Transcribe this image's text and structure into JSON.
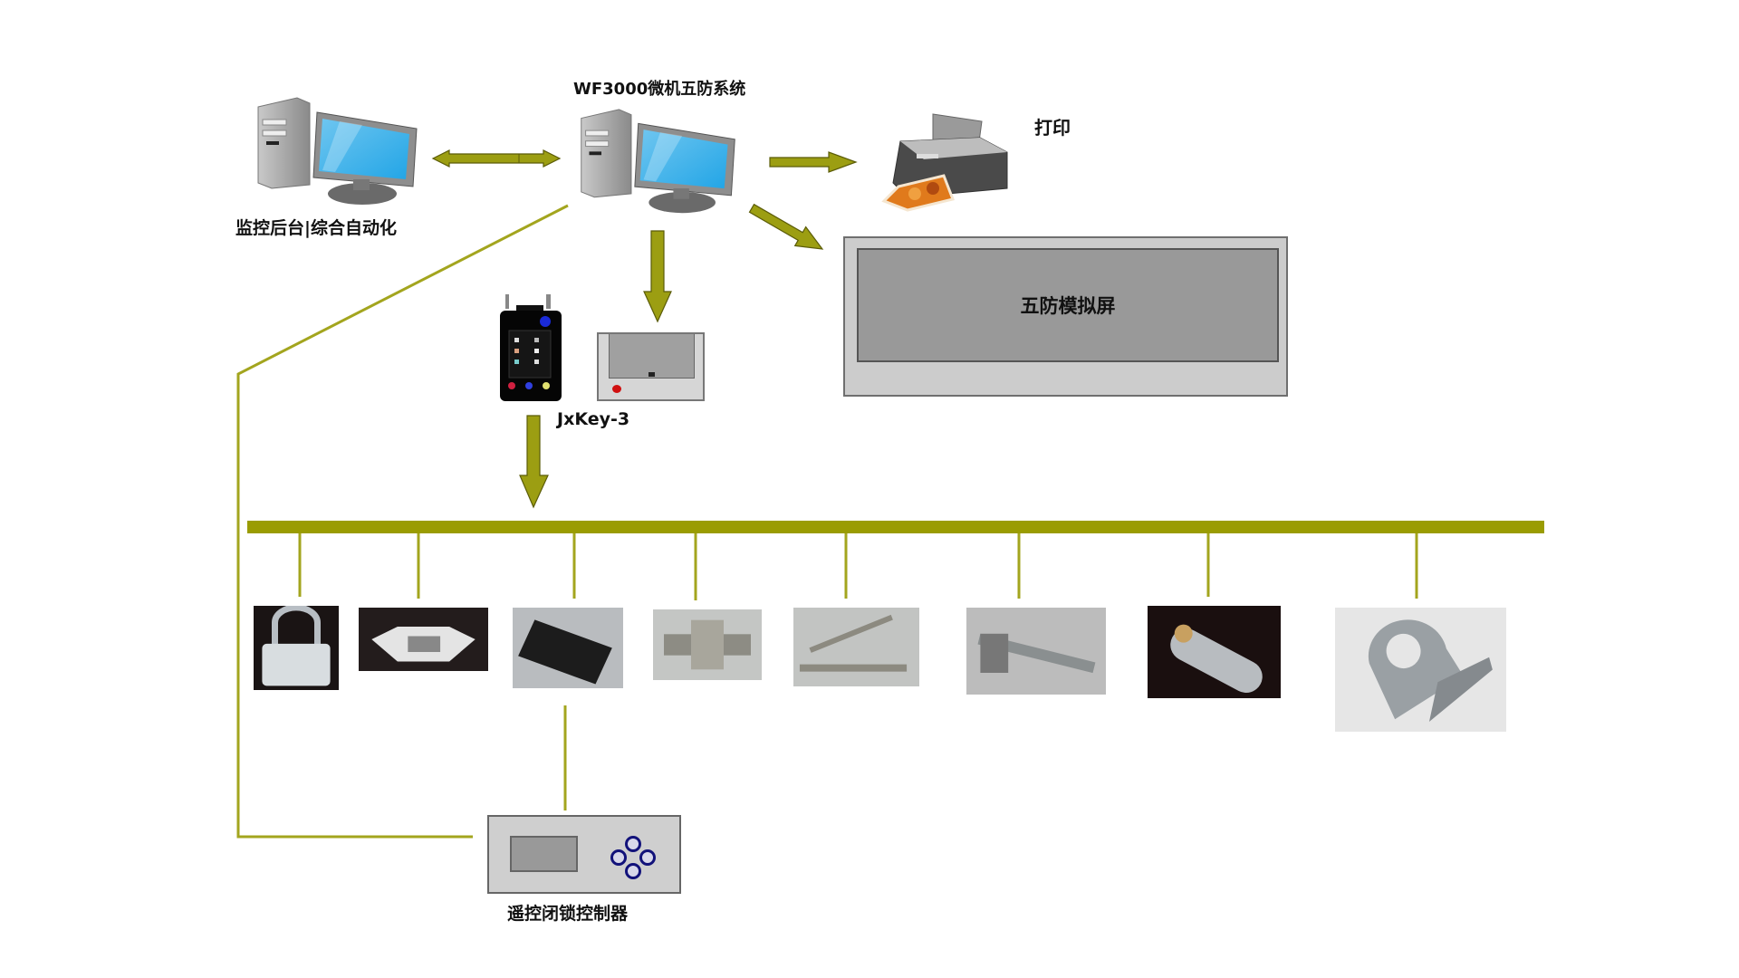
{
  "diagram": {
    "title": "WF3000微机五防系统",
    "nodes": {
      "monitor_backend": {
        "label": "监控后台|综合自动化",
        "icon": "desktop-computer-icon"
      },
      "main_system": {
        "label": "WF3000微机五防系统",
        "icon": "desktop-computer-icon"
      },
      "printer": {
        "label": "打印",
        "icon": "printer-icon"
      },
      "simulation_screen": {
        "label": "五防模拟屏"
      },
      "key": {
        "label": "JxKey-3",
        "icon": "handheld-computer-key-icon"
      },
      "key_adapter": {
        "icon": "card-reader-dock-icon"
      },
      "remote_controller": {
        "label": "遥控闭锁控制器"
      }
    },
    "connections": [
      {
        "from": "monitor_backend",
        "to": "main_system",
        "type": "bidirectional-arrow"
      },
      {
        "from": "main_system",
        "to": "printer",
        "type": "arrow"
      },
      {
        "from": "main_system",
        "to": "simulation_screen",
        "type": "arrow"
      },
      {
        "from": "main_system",
        "to": "key_adapter",
        "type": "arrow"
      },
      {
        "from": "key",
        "to": "lock_bus",
        "type": "arrow"
      },
      {
        "from": "main_system",
        "to": "remote_controller",
        "type": "line"
      },
      {
        "from": "lock_bus",
        "to": "remote_controller",
        "type": "line"
      }
    ],
    "lock_devices": [
      {
        "icon": "padlock-icon"
      },
      {
        "icon": "electric-lock-icon"
      },
      {
        "icon": "electromagnetic-lock-icon"
      },
      {
        "icon": "mechanical-lock-icon"
      },
      {
        "icon": "lock-pin-icon"
      },
      {
        "icon": "grounding-lock-icon"
      },
      {
        "icon": "lock-plate-icon"
      },
      {
        "icon": "lock-bracket-icon"
      }
    ],
    "colors": {
      "arrow": "#9c9e12",
      "arrow_outline": "#5b5c08",
      "bus": "#9a9c02",
      "line": "#a3a51e",
      "screen_light": "#cccccc",
      "screen_dark": "#999999",
      "button_blue": "#12127a"
    }
  }
}
